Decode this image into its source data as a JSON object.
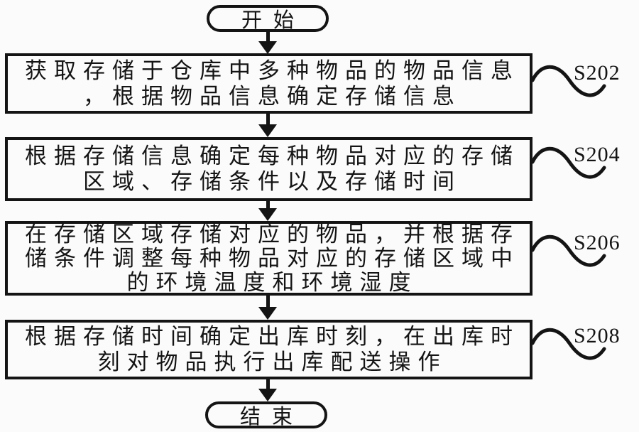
{
  "page": {
    "background_color": "#fbfbfb",
    "ink_color": "#141414"
  },
  "flowchart": {
    "start_label": "开始",
    "end_label": "结束",
    "steps": [
      {
        "id": "S202",
        "lines": [
          "获取存储于仓库中多种物品的物品信息",
          "，根据物品信息确定存储信息"
        ]
      },
      {
        "id": "S204",
        "lines": [
          "根据存储信息确定每种物品对应的存储",
          "区域、存储条件以及存储时间"
        ]
      },
      {
        "id": "S206",
        "lines": [
          "在存储区域存储对应的物品，并根据存",
          "储条件调整每种物品对应的存储区域中",
          "的环境温度和环境湿度"
        ]
      },
      {
        "id": "S208",
        "lines": [
          "根据存储时间确定出库时刻，在出库时",
          "刻对物品执行出库配送操作"
        ]
      }
    ]
  }
}
